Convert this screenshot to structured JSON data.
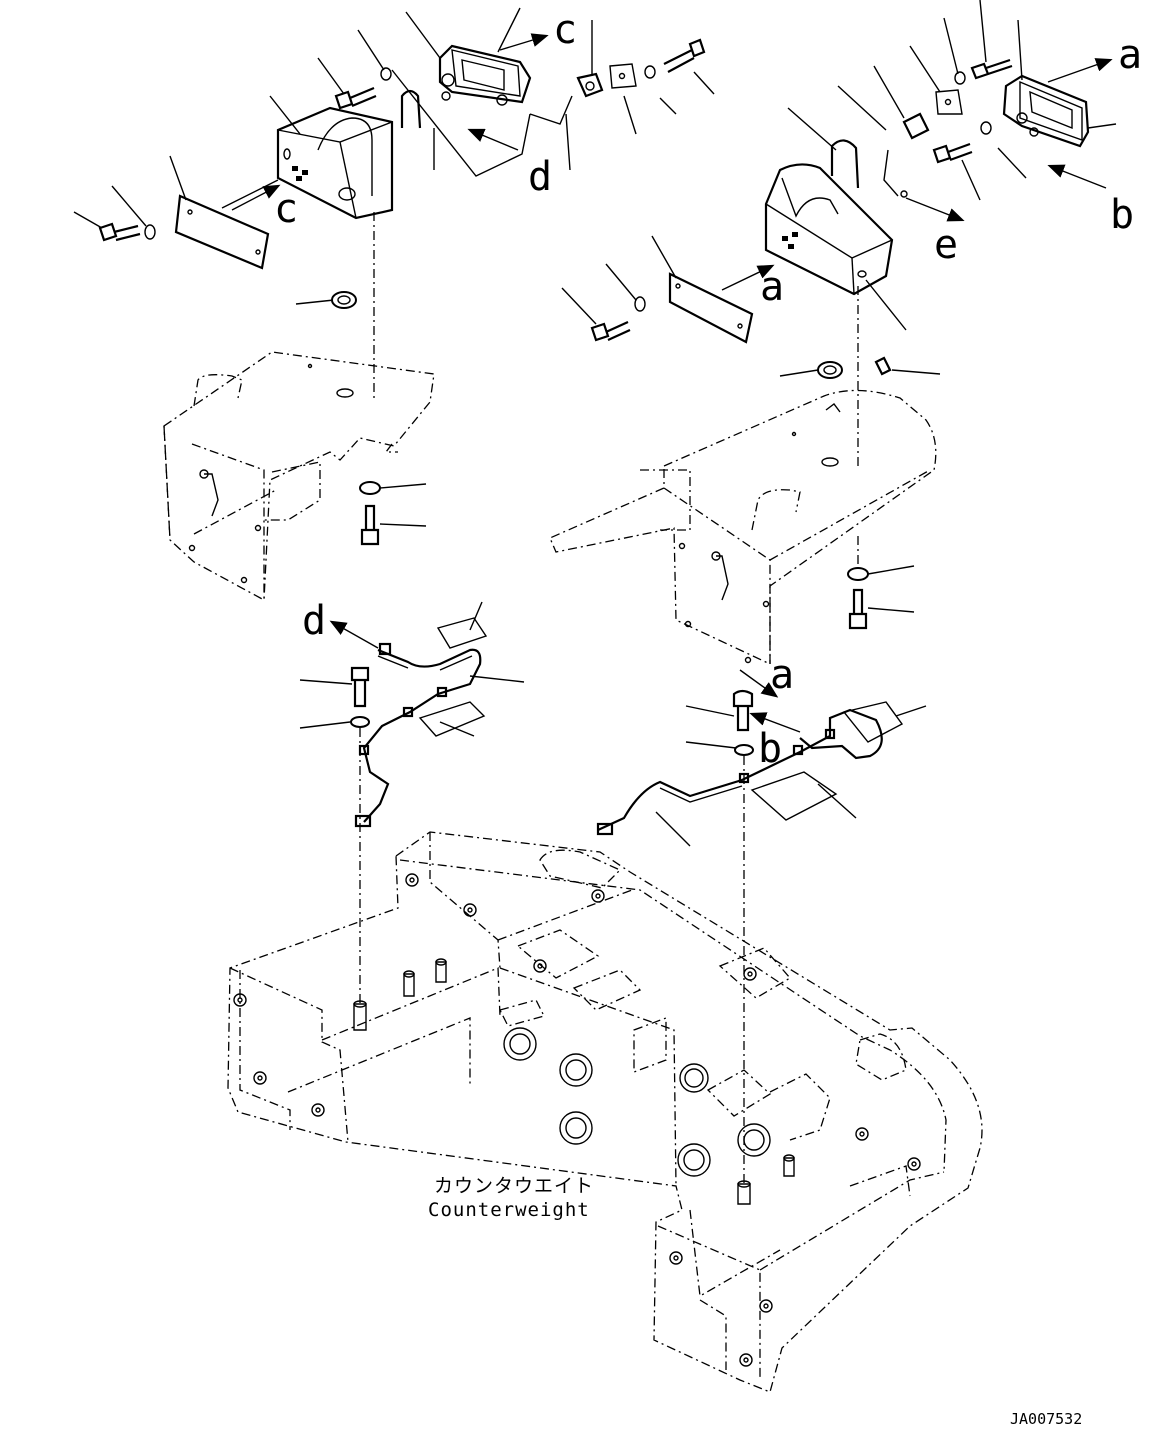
{
  "reference_letters": {
    "a_top_right": "a",
    "b_top_right": "b",
    "c_top_left_arrow": "c",
    "c_top_left_plate": "c",
    "d_top_left": "d",
    "e_top_right": "e",
    "a_right_plate": "a",
    "d_harness_left": "d",
    "a_harness_right": "a",
    "b_harness_right": "b"
  },
  "caption": {
    "japanese": "カウンタウエイト",
    "english": "Counterweight"
  },
  "drawing_code": "JA007532"
}
